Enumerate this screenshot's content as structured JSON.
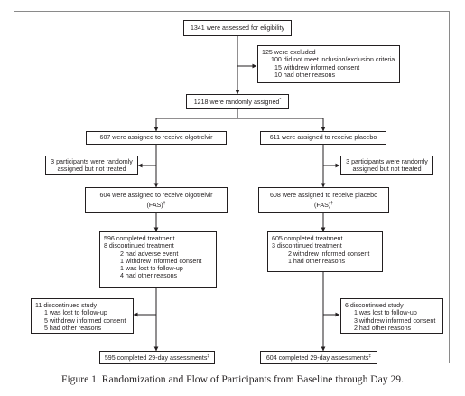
{
  "boxes": {
    "assessed": "1341 were assessed for eligibility",
    "excluded": {
      "title": "125 were excluded",
      "items": [
        "100 did not meet inclusion/exclusion criteria",
        "15 withdrew informed consent",
        "10 had other reasons"
      ]
    },
    "randomized": {
      "text": "1218 were randomly assigned",
      "mark": "*"
    },
    "olgo_assigned": "607 were assigned to receive olgotrelvir",
    "placebo_assigned": "611 were assigned to receive placebo",
    "olgo_not_treated": [
      "3 participants were randomly",
      "assigned but not treated"
    ],
    "placebo_not_treated": [
      "3 participants were randomly",
      "assigned but not treated"
    ],
    "olgo_fas": {
      "line1": "604 were assigned to receive olgotrelvir",
      "line2": "(FAS)",
      "mark": "†"
    },
    "placebo_fas": {
      "line1": "608 were assigned to receive placebo",
      "line2": "(FAS)",
      "mark": "†"
    },
    "olgo_treatment": {
      "completed": "596 completed treatment",
      "discontinued": "8 discontinued treatment",
      "reasons": [
        "2 had adverse event",
        "1 withdrew informed consent",
        "1 was lost to follow-up",
        "4 had other reasons"
      ]
    },
    "placebo_treatment": {
      "completed": "605 completed treatment",
      "discontinued": "3 discontinued treatment",
      "reasons": [
        "2 withdrew informed consent",
        "1 had other reasons"
      ]
    },
    "olgo_study_disc": {
      "title": "11 discontinued study",
      "items": [
        "1 was lost to follow-up",
        "5 withdrew informed consent",
        "5 had other reasons"
      ]
    },
    "placebo_study_disc": {
      "title": "6 discontinued study",
      "items": [
        "1 was lost to follow-up",
        "3 withdrew informed consent",
        "2 had other reasons"
      ]
    },
    "olgo_completed": {
      "text": "595 completed 29-day assessments",
      "mark": "‡"
    },
    "placebo_completed": {
      "text": "604 completed 29-day assessments",
      "mark": "‡"
    }
  },
  "caption": "Figure 1. Randomization and Flow of Participants from Baseline through Day 29."
}
